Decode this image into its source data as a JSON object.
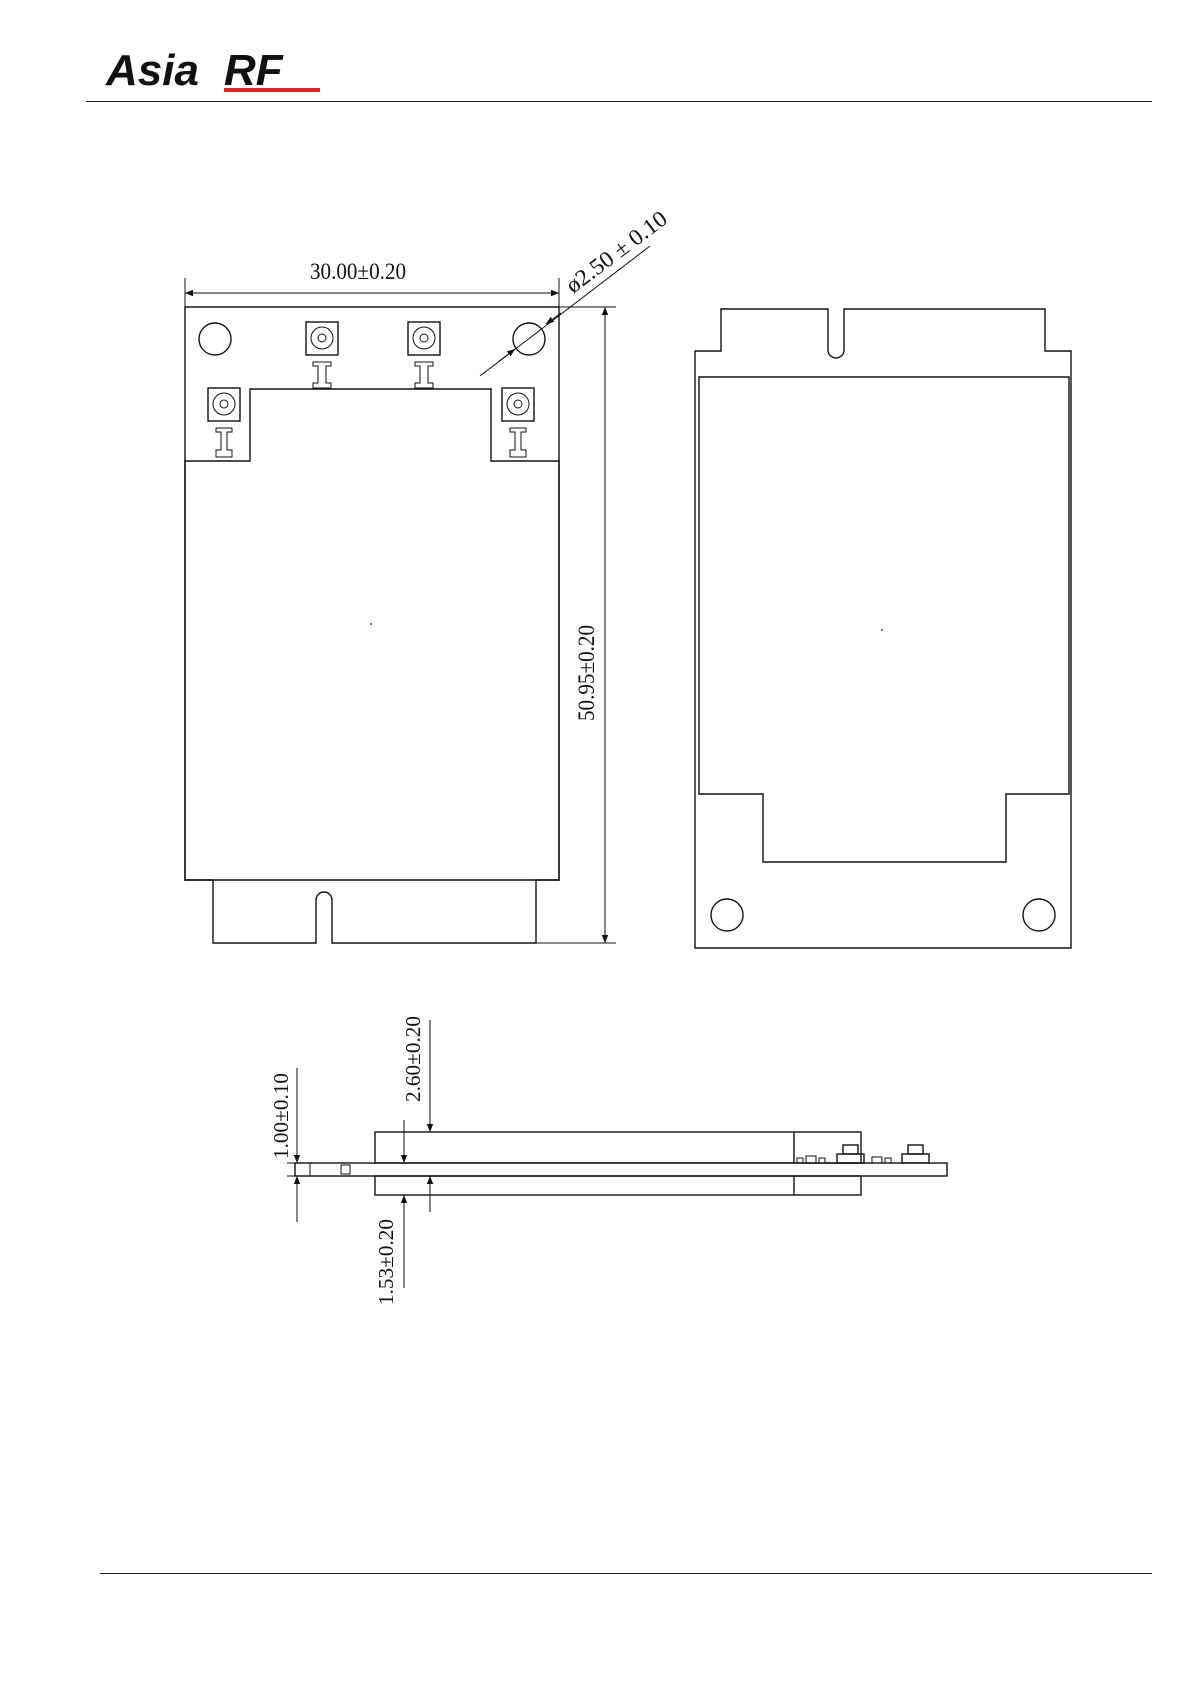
{
  "header": {
    "logo_text_part1": "Asia",
    "logo_text_part2": "RF",
    "brand_color": "#1a4c9a",
    "accent_color": "#d8262a"
  },
  "drawing": {
    "dim_width": "30.00±0.20",
    "dim_hole": "ø2.50 ± 0.10",
    "dim_height": "50.95±0.20",
    "dim_pcb_thickness": "1.00±0.10",
    "dim_top_shield": "2.60±0.20",
    "dim_bottom_shield": "1.53±0.20"
  }
}
